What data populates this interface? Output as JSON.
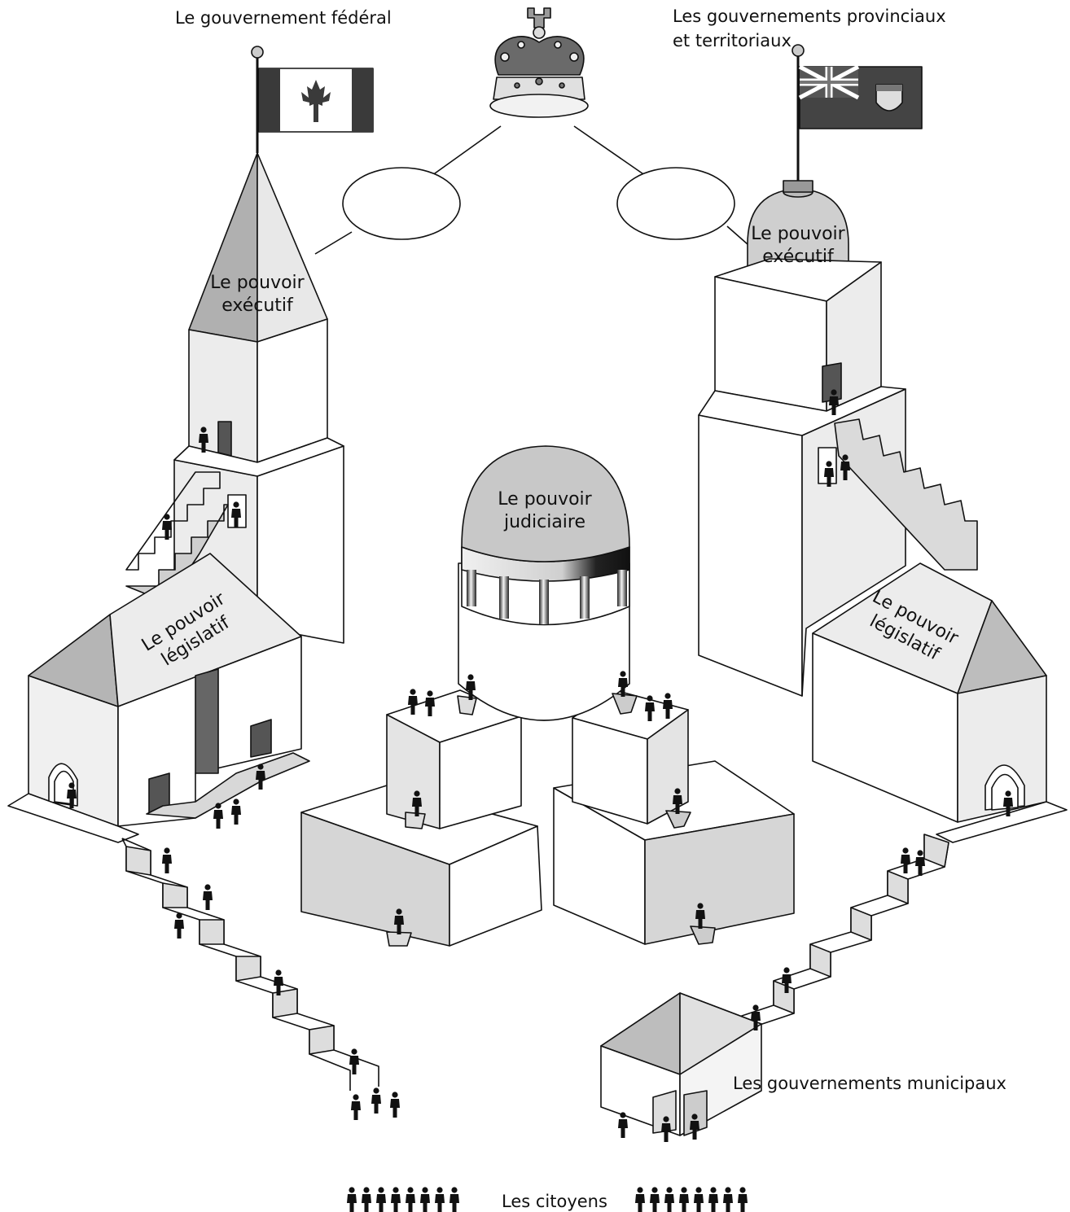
{
  "labels": {
    "federal": "Le gouvernement fédéral",
    "provincial_line1": "Les gouvernements provinciaux",
    "provincial_line2": "et territoriaux",
    "fed_exec_line1": "Le pouvoir",
    "fed_exec_line2": "exécutif",
    "prov_exec_line1": "Le pouvoir",
    "prov_exec_line2": "exécutif",
    "judicial_line1": "Le pouvoir",
    "judicial_line2": "judiciaire",
    "fed_leg_line1": "Le pouvoir",
    "fed_leg_line2": "législatif",
    "prov_leg_line1": "Le pouvoir",
    "prov_leg_line2": "législatif",
    "municipal": "Les gouvernements municipaux",
    "citizens": "Les citoyens"
  },
  "icons": {
    "crown": "crown-icon",
    "canada_flag": "canada-flag-icon",
    "provincial_flag": "provincial-flag-icon",
    "person": "person-icon"
  },
  "colors": {
    "dark": "#4d4d4d",
    "mid": "#bcbcbc",
    "light": "#ececec",
    "white": "#ffffff",
    "ink": "#111111"
  }
}
